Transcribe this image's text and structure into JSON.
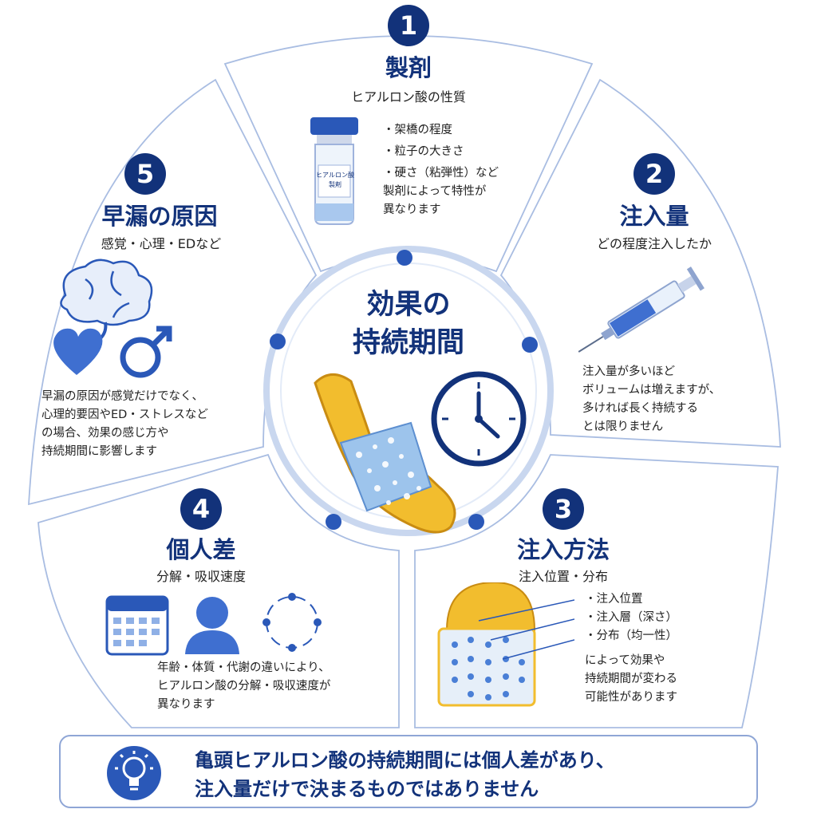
{
  "center": {
    "title_line1": "効果の",
    "title_line2": "持続期間"
  },
  "sections": [
    {
      "number": "1",
      "title": "製剤",
      "subtitle": "ヒアルロン酸の性質",
      "bullets": [
        "・架橋の程度",
        "・粒子の大きさ",
        "・硬さ（粘弾性）など"
      ],
      "body": [
        "製剤によって特性が",
        "異なります"
      ],
      "vial_label_line1": "ヒアルロン酸",
      "vial_label_line2": "製剤"
    },
    {
      "number": "2",
      "title": "注入量",
      "subtitle": "どの程度注入したか",
      "body": [
        "注入量が多いほど",
        "ボリュームは増えますが、",
        "多ければ長く持続する",
        "とは限りません"
      ]
    },
    {
      "number": "3",
      "title": "注入方法",
      "subtitle": "注入位置・分布",
      "bullets": [
        "・注入位置",
        "・注入層（深さ）",
        "・分布（均一性）"
      ],
      "body": [
        "によって効果や",
        "持続期間が変わる",
        "可能性があります"
      ]
    },
    {
      "number": "4",
      "title": "個人差",
      "subtitle": "分解・吸収速度",
      "body": [
        "年齢・体質・代謝の違いにより、",
        "ヒアルロン酸の分解・吸収速度が",
        "異なります"
      ]
    },
    {
      "number": "5",
      "title": "早漏の原因",
      "subtitle": "感覚・心理・EDなど",
      "body": [
        "早漏の原因が感覚だけでなく、",
        "心理的要因やED・ストレスなど",
        "の場合、効果の感じ方や",
        "持続期間に影響します"
      ]
    }
  ],
  "banner": {
    "line1": "亀頭ヒアルロン酸の持続期間には個人差があり、",
    "line2": "注入量だけで決まるものではありません"
  },
  "icons": {
    "vial": "hyaluronic-vial-icon",
    "syringe": "syringe-icon",
    "brain": "brain-icon",
    "heart": "heart-icon",
    "male": "male-symbol-icon",
    "calendar": "calendar-icon",
    "person": "person-icon",
    "cycle": "cycle-icon",
    "clock": "clock-icon",
    "bulb": "lightbulb-icon",
    "glans": "glans-illustration",
    "tissue": "injection-tissue-illustration"
  },
  "colors": {
    "navy": "#12327a",
    "blue": "#2a58b8",
    "light_blue": "#cfe0f7",
    "yellow": "#f2b92a",
    "outline": "#9fb3dc"
  }
}
